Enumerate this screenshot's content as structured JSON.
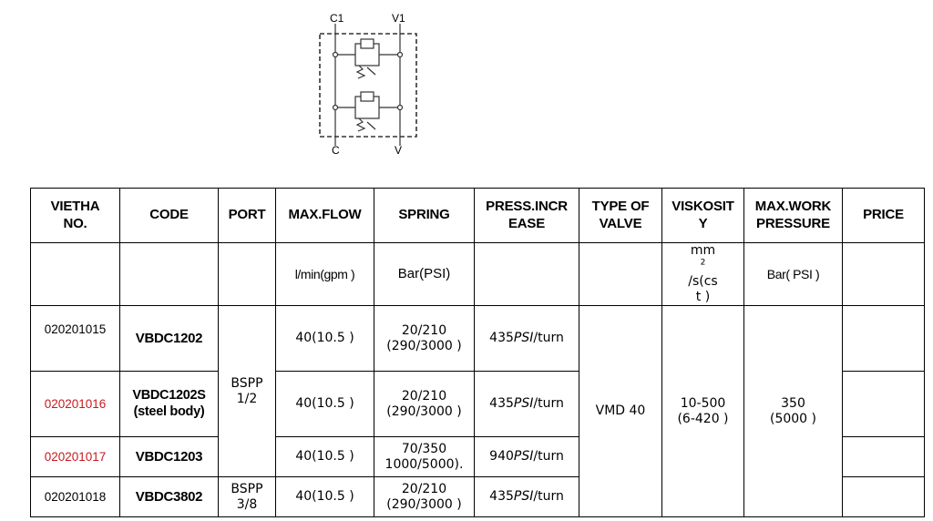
{
  "schematic": {
    "top_left": "C1",
    "top_right": "V1",
    "bottom_left": "C",
    "bottom_right": "V"
  },
  "table": {
    "headers": {
      "vietha_no": [
        "VIETHA",
        "NO."
      ],
      "code": "CODE",
      "port": "PORT",
      "max_flow": "MAX.FLOW",
      "spring": "SPRING",
      "press_incr": [
        "PRESS.INCR",
        "EASE"
      ],
      "type_of_valve": [
        "TYPE OF",
        "VALVE"
      ],
      "viskosity": [
        "VISKOSIT",
        "Y"
      ],
      "max_work_pressure": [
        "MAX.WORK",
        "PRESSURE"
      ],
      "price": "PRICE"
    },
    "units": {
      "max_flow": "l/min(gpm )",
      "spring": "Bar(PSI)",
      "viskosity_pre": "mm",
      "viskosity_sup": "2",
      "viskosity_post": "/s(cs",
      "viskosity_line2": "t )",
      "max_work_pressure": "Bar( PSI )"
    },
    "shared": {
      "type_of_valve": "VMD 40",
      "viskosity": [
        "10-500",
        "(6-420 )"
      ],
      "max_work_pressure": [
        "350",
        "(5000 )"
      ],
      "port_group": [
        "BSPP",
        "1/2"
      ]
    },
    "rows": [
      {
        "vietha_no": "020201015",
        "highlight": false,
        "code": [
          "VBDC1202"
        ],
        "max_flow": "40(10.5 )",
        "spring": [
          "20/210",
          "(290/3000 )"
        ],
        "press_value": "435",
        "press_unit": "PSI",
        "press_suffix": "/turn"
      },
      {
        "vietha_no": "020201016",
        "highlight": true,
        "code": [
          "VBDC1202S",
          "(steel body)"
        ],
        "max_flow": "40(10.5 )",
        "spring": [
          "20/210",
          "(290/3000 )"
        ],
        "press_value": "435",
        "press_unit": "PSI",
        "press_suffix": "/turn"
      },
      {
        "vietha_no": "020201017",
        "highlight": true,
        "code": [
          "VBDC1203"
        ],
        "max_flow": "40(10.5 )",
        "spring": [
          "70/350",
          "1000/5000)."
        ],
        "press_value": "940",
        "press_unit": "PSI",
        "press_suffix": "/turn"
      },
      {
        "vietha_no": "020201018",
        "highlight": false,
        "code": [
          "VBDC3802"
        ],
        "port": [
          "BSPP",
          "3/8"
        ],
        "max_flow": "40(10.5 )",
        "spring": [
          "20/210",
          "(290/3000 )"
        ],
        "press_value": "435",
        "press_unit": "PSI",
        "press_suffix": "/turn"
      }
    ]
  }
}
